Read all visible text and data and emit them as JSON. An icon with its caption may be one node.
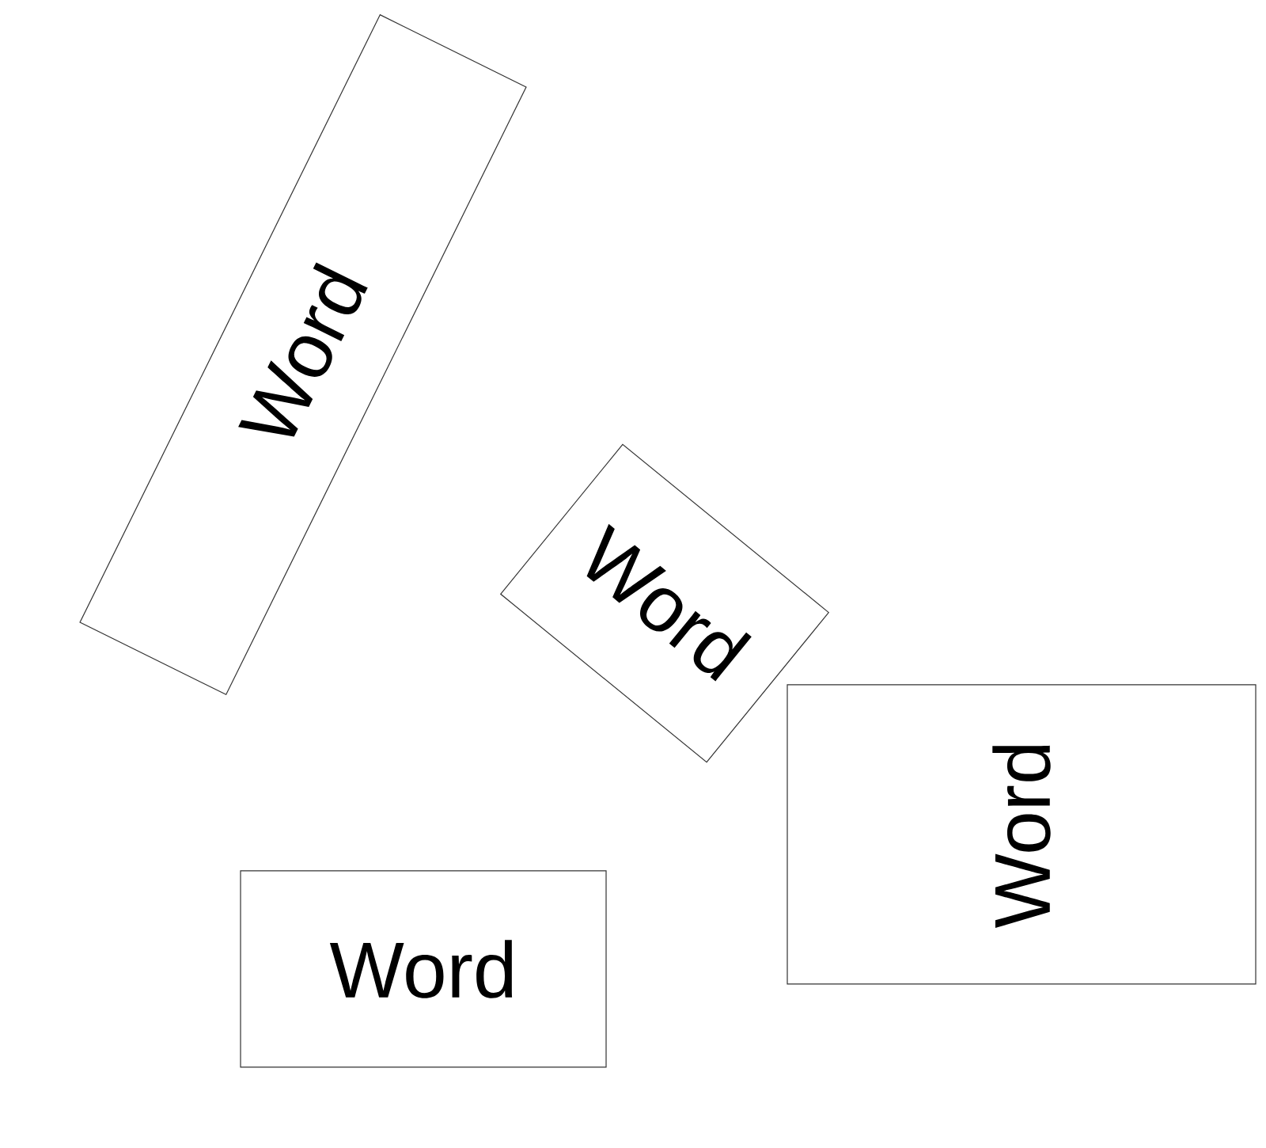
{
  "diagram": {
    "nodes": [
      {
        "text": [
          "Word"
        ]
      },
      {
        "text": [
          "Word"
        ]
      },
      {
        "text": [
          "Word"
        ]
      },
      {
        "text": [
          "Word"
        ]
      }
    ]
  }
}
